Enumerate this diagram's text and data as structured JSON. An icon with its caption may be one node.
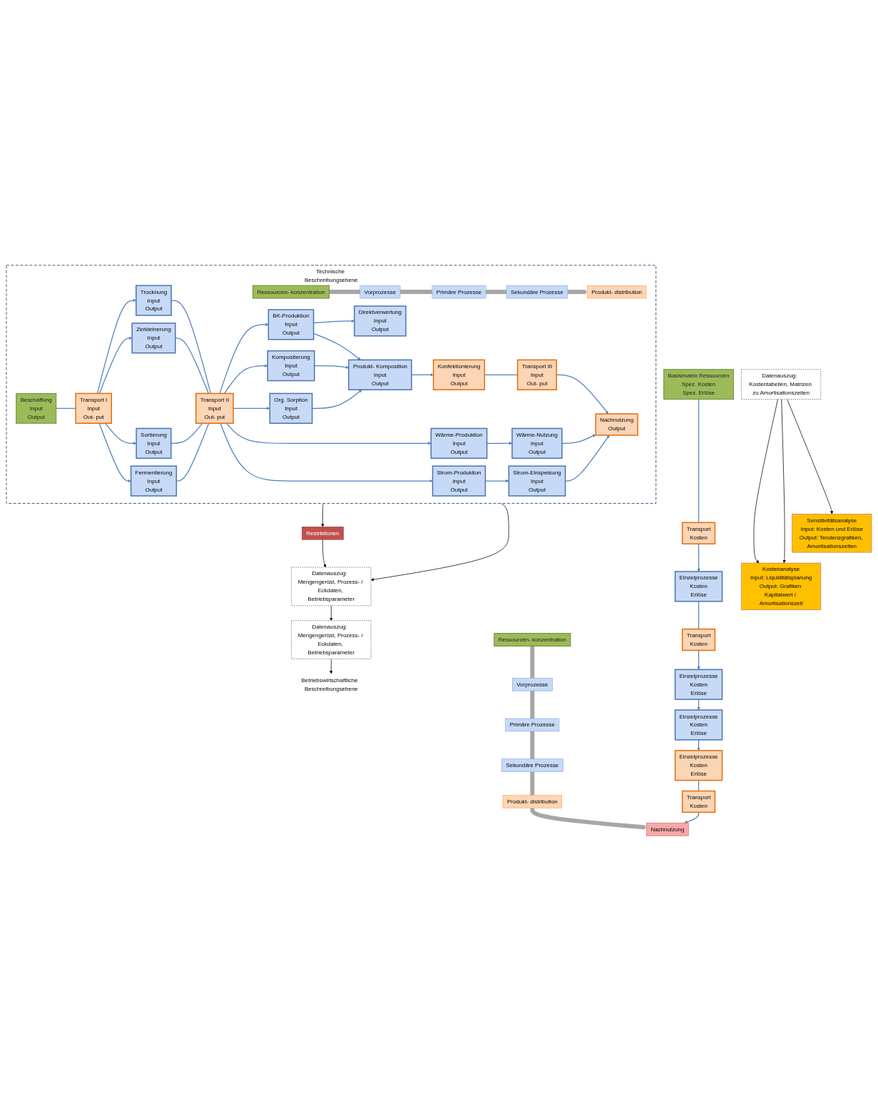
{
  "diagram": {
    "nodes": [
      {
        "text": [
          "Technische Beschreibungsebene"
        ]
      },
      {
        "text": [
          "Ressourcen- konzentration"
        ],
        "in": 0
      },
      {
        "text": [
          "Vorprozesse"
        ],
        "in": 0
      },
      {
        "text": [
          "Primäre Prozesse"
        ],
        "in": 0
      },
      {
        "text": [
          "Sekundäre Prozesse"
        ],
        "in": 0
      },
      {
        "text": [
          "Produkt- distribution"
        ],
        "in": 0
      },
      {
        "text": [
          "Beschaffung",
          "Input",
          "Output"
        ],
        "in": 0
      },
      {
        "text": [
          "Transport I",
          "Input",
          "Out- put"
        ],
        "in": 0
      },
      {
        "text": [
          "Trocknung",
          "Input",
          "Output"
        ],
        "in": 0
      },
      {
        "text": [
          "Zerkleinerung",
          "Input",
          "Output"
        ],
        "in": 0
      },
      {
        "text": [
          "Sortierung",
          "Input",
          "Output"
        ],
        "in": 0
      },
      {
        "text": [
          "Fermentierung",
          "Input",
          "Output"
        ],
        "in": 0
      },
      {
        "text": [
          "Transport II",
          "Input",
          "Out- put"
        ],
        "in": 0
      },
      {
        "text": [
          "Direktverwertung",
          "Input",
          "Output"
        ],
        "in": 0
      },
      {
        "text": [
          "BK-Produktion",
          "Input",
          "Output"
        ],
        "in": 0
      },
      {
        "text": [
          "Produkt- Komposition",
          "Input",
          "Output"
        ],
        "in": 0
      },
      {
        "text": [
          "Kompostierung",
          "Input",
          "Output"
        ],
        "in": 0
      },
      {
        "text": [
          "Org. Sorption",
          "Input",
          "Output"
        ],
        "in": 0
      },
      {
        "text": [
          "Konfektionierung",
          "Input",
          "Output"
        ],
        "in": 0
      },
      {
        "text": [
          "Transport III",
          "Input",
          "Out- put"
        ],
        "in": 0
      },
      {
        "text": [
          "Wärme-Produktion",
          "Input",
          "Output"
        ],
        "in": 0
      },
      {
        "text": [
          "Wärme-Nutzung",
          "Input",
          "Output"
        ],
        "in": 0
      },
      {
        "text": [
          "Nachnutzung",
          "Output"
        ],
        "in": 0
      },
      {
        "text": [
          "Strom-Produktion",
          "Input",
          "Output"
        ],
        "in": 0
      },
      {
        "text": [
          "Strom-Einspeisung",
          "Input",
          "Output"
        ],
        "in": 0
      },
      {
        "text": [
          "Restriktionen"
        ]
      },
      {
        "text": [
          "Datenauszug:  Mengengerüst, Prozess- / Eckdaten, Betriebsparameter"
        ]
      },
      {
        "text": [
          "Datenauszug:  Mengengerüst, Prozess- / Eckdaten, Betriebsparameter"
        ]
      },
      {
        "text": [
          "Betriebswirtschaftliche  Beschreibungsebene"
        ]
      },
      {
        "text": [
          "Ressourcen- konzentration"
        ]
      },
      {
        "text": [
          "Vorprozesse"
        ]
      },
      {
        "text": [
          "Primäre Prozesse"
        ]
      },
      {
        "text": [
          "Sekundäre Prozesse"
        ]
      },
      {
        "text": [
          "Produkt- distribution"
        ]
      },
      {
        "text": [
          "Nachnutzung"
        ]
      },
      {
        "text": [
          "Basismatrix Ressourcen",
          "Spez. Kosten",
          "Spez. Erlöse"
        ]
      },
      {
        "text": [
          "Transport",
          "Kosten"
        ]
      },
      {
        "text": [
          "Einzelprozesse",
          "Kosten",
          "Erlöse"
        ]
      },
      {
        "text": [
          "Transport",
          "Kosten"
        ]
      },
      {
        "text": [
          "Einzelprozesse",
          "Kosten",
          "Erlöse"
        ]
      },
      {
        "text": [
          "Einzelprozesse",
          "Kosten",
          "Erlöse"
        ]
      },
      {
        "text": [
          "Einzelprozesse",
          "Kosten",
          "Erlöse"
        ]
      },
      {
        "text": [
          "Transport",
          "Kosten"
        ]
      },
      {
        "text": [
          "Datenauszug:  Kostentabellen, Matrizen zu Amortisationszeiten"
        ]
      },
      {
        "text": [
          "Kostenanalyse",
          "Input: Liquiditätsplanung",
          "Output: Grafiken Kapitalwert / Amortisationszeit"
        ]
      },
      {
        "text": [
          "Sensitivitätsanalyse",
          "Input: Kosten und Erlöse",
          "Output: Tendenzgrafiken, Amortisationszeiten"
        ]
      }
    ],
    "edges": [
      {
        "from": 1,
        "to": 2,
        "arrow": "none",
        "style": "thick",
        "color": "#a6a6a6"
      },
      {
        "from": 2,
        "to": 3,
        "arrow": "none",
        "style": "thick",
        "color": "#a6a6a6"
      },
      {
        "from": 3,
        "to": 4,
        "arrow": "none",
        "style": "thick",
        "color": "#a6a6a6"
      },
      {
        "from": 4,
        "to": 5,
        "arrow": "to",
        "style": "thick",
        "color": "#a6a6a6"
      },
      {
        "from": 6,
        "to": 7,
        "arrow": "none"
      },
      {
        "from": 7,
        "to": 8,
        "arrow": "to"
      },
      {
        "from": 7,
        "to": 9,
        "arrow": "to"
      },
      {
        "from": 7,
        "to": 10,
        "arrow": "to"
      },
      {
        "from": 7,
        "to": 11,
        "arrow": "to"
      },
      {
        "from": 8,
        "to": 12,
        "arrow": "none"
      },
      {
        "from": 9,
        "to": 12,
        "arrow": "none"
      },
      {
        "from": 10,
        "to": 12,
        "arrow": "none"
      },
      {
        "from": 11,
        "to": 12,
        "arrow": "none"
      },
      {
        "from": 12,
        "to": 14,
        "arrow": "to"
      },
      {
        "from": 12,
        "to": 16,
        "arrow": "to"
      },
      {
        "from": 12,
        "to": 17,
        "arrow": "to"
      },
      {
        "from": 12,
        "to": 20,
        "arrow": "to"
      },
      {
        "from": 12,
        "to": 23,
        "arrow": "to"
      },
      {
        "from": 14,
        "to": 13,
        "arrow": "to"
      },
      {
        "from": 14,
        "to": 15,
        "arrow": "to"
      },
      {
        "from": 16,
        "to": 15,
        "arrow": "to"
      },
      {
        "from": 17,
        "to": 15,
        "arrow": "to"
      },
      {
        "from": 15,
        "to": 18,
        "arrow": "to"
      },
      {
        "from": 18,
        "to": 19,
        "arrow": "none"
      },
      {
        "from": 19,
        "to": 22,
        "arrow": "to"
      },
      {
        "from": 20,
        "to": 21,
        "arrow": "to"
      },
      {
        "from": 21,
        "to": 22,
        "arrow": "to"
      },
      {
        "from": 23,
        "to": 24,
        "arrow": "to"
      },
      {
        "from": 24,
        "to": 22,
        "arrow": "to"
      },
      {
        "from": 0,
        "to": 25,
        "arrow": "to",
        "color": "#000000"
      },
      {
        "from": 0,
        "to": 26,
        "arrow": "to",
        "color": "#000000"
      },
      {
        "from": 25,
        "to": 26,
        "arrow": "to",
        "color": "#000000"
      },
      {
        "from": 26,
        "to": 27,
        "arrow": "to",
        "color": "#000000"
      },
      {
        "from": 27,
        "to": 28,
        "arrow": "to",
        "color": "#000000"
      },
      {
        "from": 29,
        "to": 30,
        "arrow": "none",
        "style": "thick",
        "color": "#a6a6a6"
      },
      {
        "from": 30,
        "to": 31,
        "arrow": "none",
        "style": "thick",
        "color": "#a6a6a6"
      },
      {
        "from": 31,
        "to": 32,
        "arrow": "none",
        "style": "thick",
        "color": "#a6a6a6"
      },
      {
        "from": 32,
        "to": 33,
        "arrow": "none",
        "style": "thick",
        "color": "#a6a6a6"
      },
      {
        "from": 33,
        "to": 34,
        "arrow": "to",
        "style": "thick",
        "color": "#a6a6a6"
      },
      {
        "from": 35,
        "to": 36,
        "arrow": "none"
      },
      {
        "from": 36,
        "to": 37,
        "arrow": "to"
      },
      {
        "from": 37,
        "to": 38,
        "arrow": "none"
      },
      {
        "from": 38,
        "to": 39,
        "arrow": "to"
      },
      {
        "from": 39,
        "to": 40,
        "arrow": "to"
      },
      {
        "from": 40,
        "to": 41,
        "arrow": "to"
      },
      {
        "from": 41,
        "to": 42,
        "arrow": "none"
      },
      {
        "from": 42,
        "to": 34,
        "arrow": "to"
      },
      {
        "from": 43,
        "to": 44,
        "arrow": "to",
        "color": "#000000"
      },
      {
        "from": 43,
        "to": 44,
        "arrow": "to",
        "color": "#000000"
      },
      {
        "from": 43,
        "to": 45,
        "arrow": "to",
        "color": "#000000"
      }
    ]
  }
}
